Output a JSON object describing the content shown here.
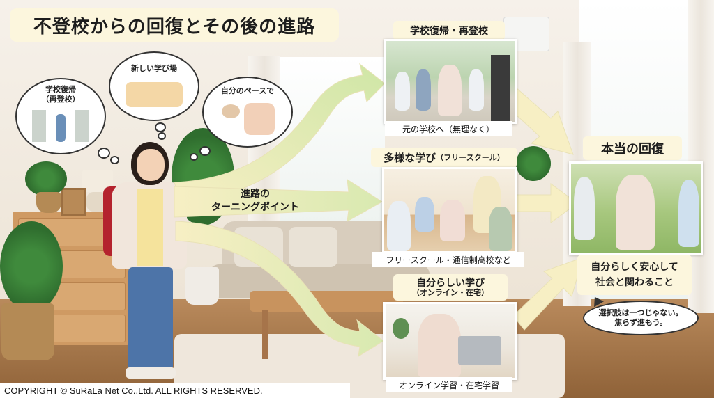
{
  "title": "不登校からの回復とその後の進路",
  "thought_clouds": {
    "return": {
      "line1": "学校復帰",
      "line2": "（再登校）"
    },
    "new_place": "新しい学び場",
    "own_pace": "自分のペースで"
  },
  "turning_point": {
    "line1": "進路の",
    "line2": "ターニングポイント"
  },
  "paths": {
    "school": {
      "label": "学校復帰・再登校",
      "caption": "元の学校へ（無理なく）"
    },
    "diverse": {
      "label_main": "多様な学び",
      "label_sub": "（フリースクール）",
      "caption": "フリースクール・通信制高校など"
    },
    "own": {
      "label_main": "自分らしい学び",
      "label_sub": "（オンライン・在宅）",
      "caption": "オンライン学習・在宅学習"
    }
  },
  "goal": {
    "label": "本当の回復",
    "desc_line1": "自分らしく安心して",
    "desc_line2": "社会と関わること"
  },
  "speech": {
    "line1": "選択肢は一つじゃない。",
    "line2": "焦らず進もう。"
  },
  "copyright": "COPYRIGHT © SuRaLa Net Co.,Ltd. ALL RIGHTS RESERVED.",
  "colors": {
    "arrow_fill": "#f7efc4",
    "arrow_green": "#cfe6a6",
    "label_bg": "#fcf6dd",
    "bag_red": "#b4232e"
  }
}
